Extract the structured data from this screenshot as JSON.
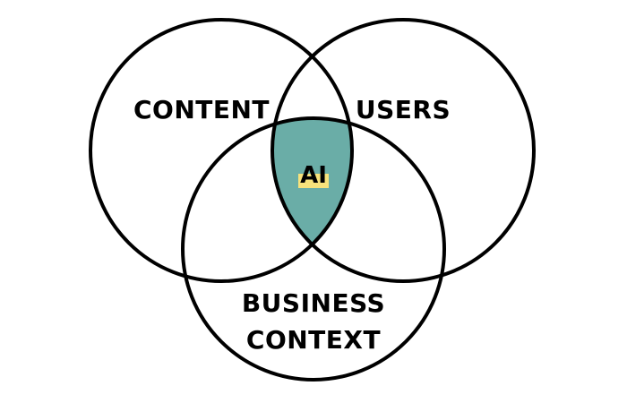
{
  "diagram": {
    "sets": {
      "content": {
        "label": "CONTENT"
      },
      "users": {
        "label": "USERS"
      },
      "business": {
        "line1": "BUSINESS",
        "line2": "CONTEXT"
      }
    },
    "intersection": {
      "label": "AI"
    },
    "colors": {
      "outline": "#000000",
      "intersection_fill": "#6aada7",
      "highlight": "#f7e27c",
      "text": "#000000"
    }
  }
}
